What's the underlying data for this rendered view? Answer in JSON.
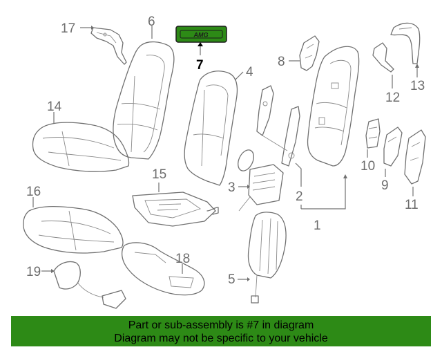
{
  "diagram": {
    "callouts": [
      {
        "id": "1",
        "label": "1"
      },
      {
        "id": "2",
        "label": "2"
      },
      {
        "id": "3",
        "label": "3"
      },
      {
        "id": "4",
        "label": "4"
      },
      {
        "id": "5",
        "label": "5"
      },
      {
        "id": "6",
        "label": "6"
      },
      {
        "id": "7",
        "label": "7"
      },
      {
        "id": "8",
        "label": "8"
      },
      {
        "id": "9",
        "label": "9"
      },
      {
        "id": "10",
        "label": "10"
      },
      {
        "id": "11",
        "label": "11"
      },
      {
        "id": "12",
        "label": "12"
      },
      {
        "id": "13",
        "label": "13"
      },
      {
        "id": "14",
        "label": "14"
      },
      {
        "id": "15",
        "label": "15"
      },
      {
        "id": "16",
        "label": "16"
      },
      {
        "id": "17",
        "label": "17"
      },
      {
        "id": "18",
        "label": "18"
      },
      {
        "id": "19",
        "label": "19"
      }
    ],
    "highlighted_part": "7",
    "badge_logo_text": "AMG"
  },
  "banner": {
    "line1": "Part or sub-assembly is #7 in diagram",
    "line2": "Diagram may not be specific to your vehicle",
    "color": "#2d8a16"
  },
  "colors": {
    "line_art": "#707070",
    "callout_text": "#6d6d6d",
    "highlight_badge": "#2d8a16"
  }
}
